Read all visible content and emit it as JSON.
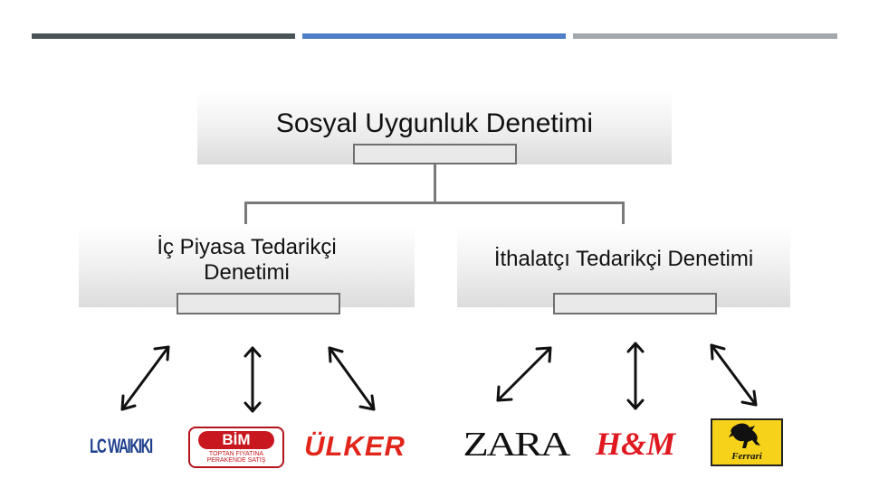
{
  "colors": {
    "bar1": "#4a5458",
    "bar2": "#4f7ec9",
    "bar3": "#a2a8ac",
    "connector": "#7a7a7a",
    "arrow": "#111111"
  },
  "nodes": {
    "root": {
      "label": "Sosyal Uygunluk Denetimi"
    },
    "left": {
      "label_line1": "İç Piyasa Tedarikçi",
      "label_line2": "Denetimi"
    },
    "right": {
      "label": "İthalatçı Tedarikçi Denetimi"
    }
  },
  "logos": {
    "lcwaikiki": "LC WAIKIKI",
    "bim": {
      "name": "BİM",
      "line1": "TOPTAN FİYATINA",
      "line2": "PERAKENDE SATIŞ"
    },
    "ulker": "ÜLKER",
    "zara": "ZARA",
    "hm": "H&M",
    "ferrari": "Ferrari"
  }
}
